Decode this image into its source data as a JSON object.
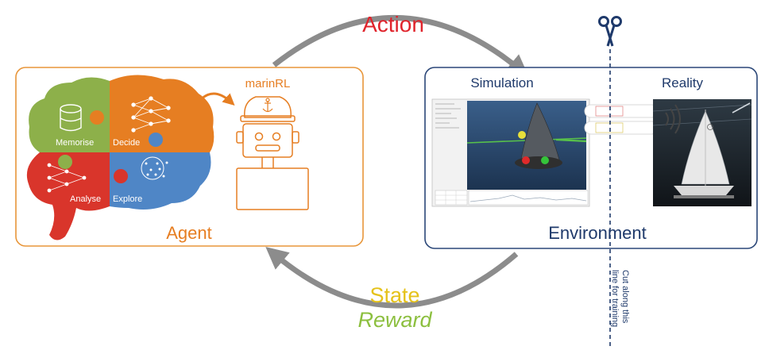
{
  "colors": {
    "orange": "#e67e22",
    "agent_border": "#e8963a",
    "env_border": "#2b4778",
    "navy": "#1f3a6b",
    "arrow_gray": "#8c8c8c",
    "action_red": "#e0242c",
    "state_yellow": "#e5c21a",
    "reward_green": "#8cbf3f",
    "brain_green": "#8db04a",
    "brain_orange": "#e67e22",
    "brain_red": "#d9352b",
    "brain_blue": "#4f86c6"
  },
  "labels": {
    "action": "Action",
    "state": "State",
    "reward": "Reward",
    "agent": "Agent",
    "environment": "Environment",
    "marinrl": "marinRL",
    "simulation": "Simulation",
    "reality": "Reality",
    "cut_line1": "Cut along this",
    "cut_line2": "line for training"
  },
  "brain": {
    "memorise": "Memorise",
    "decide": "Decide",
    "analyse": "Analyse",
    "explore": "Explore"
  },
  "icons": {
    "scissors": "scissors-icon",
    "anchor": "anchor-icon",
    "wifi": "wireless-signal-icon",
    "database": "database-icon",
    "neural_net": "neural-network-icon"
  }
}
